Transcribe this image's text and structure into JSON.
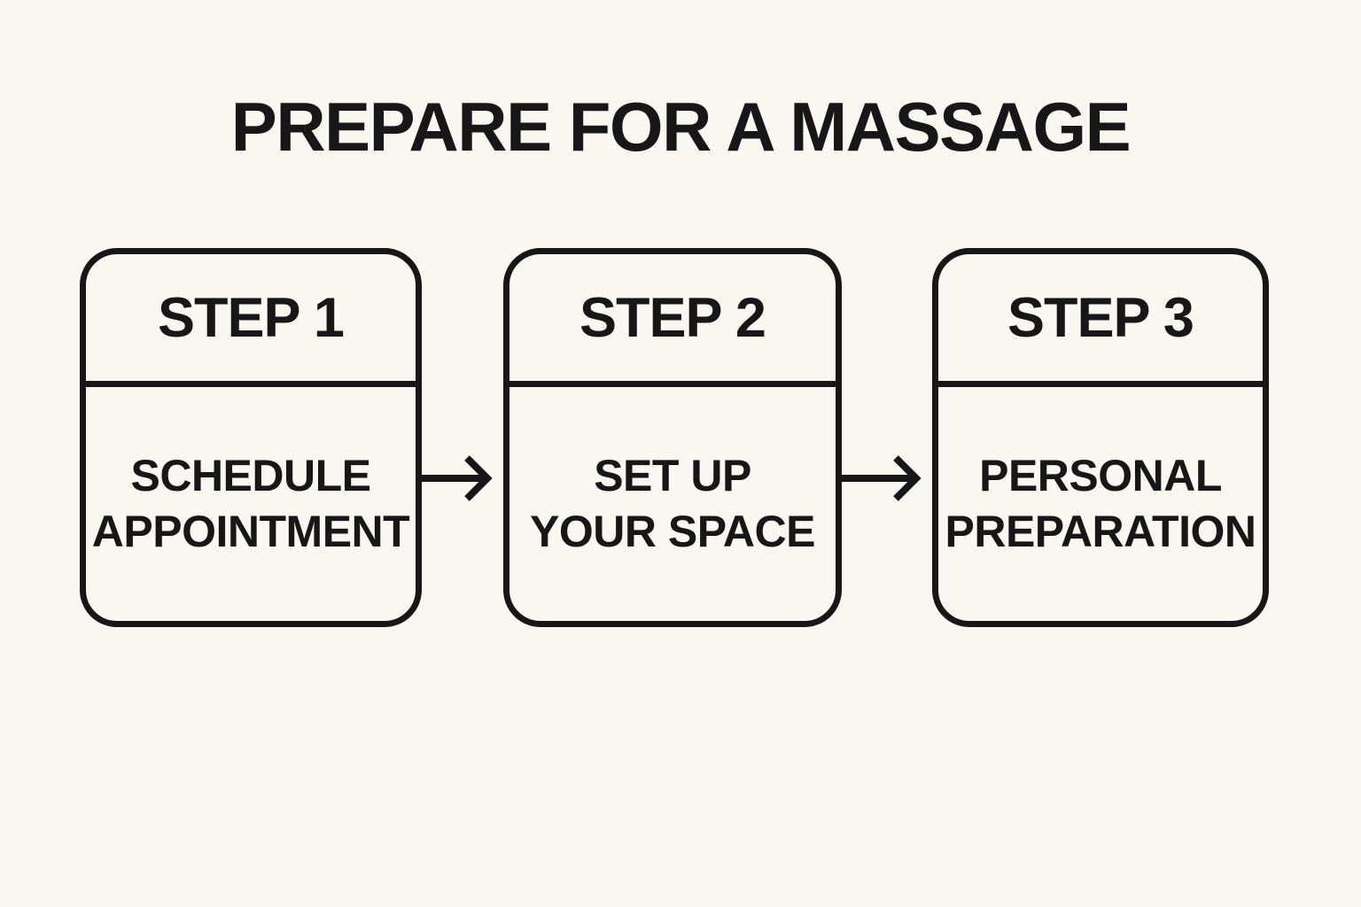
{
  "theme": {
    "background": "#f9f7f1",
    "ink": "#171717"
  },
  "title": "PREPARE FOR A MASSAGE",
  "steps": [
    {
      "header": "STEP 1",
      "line1": "SCHEDULE",
      "line2": "APPOINTMENT"
    },
    {
      "header": "STEP 2",
      "line1": "SET UP",
      "line2": "YOUR SPACE"
    },
    {
      "header": "STEP 3",
      "line1": "PERSONAL",
      "line2": "PREPARATION"
    }
  ],
  "arrows": [
    {
      "icon": "arrow-right-icon"
    },
    {
      "icon": "arrow-right-icon"
    }
  ]
}
